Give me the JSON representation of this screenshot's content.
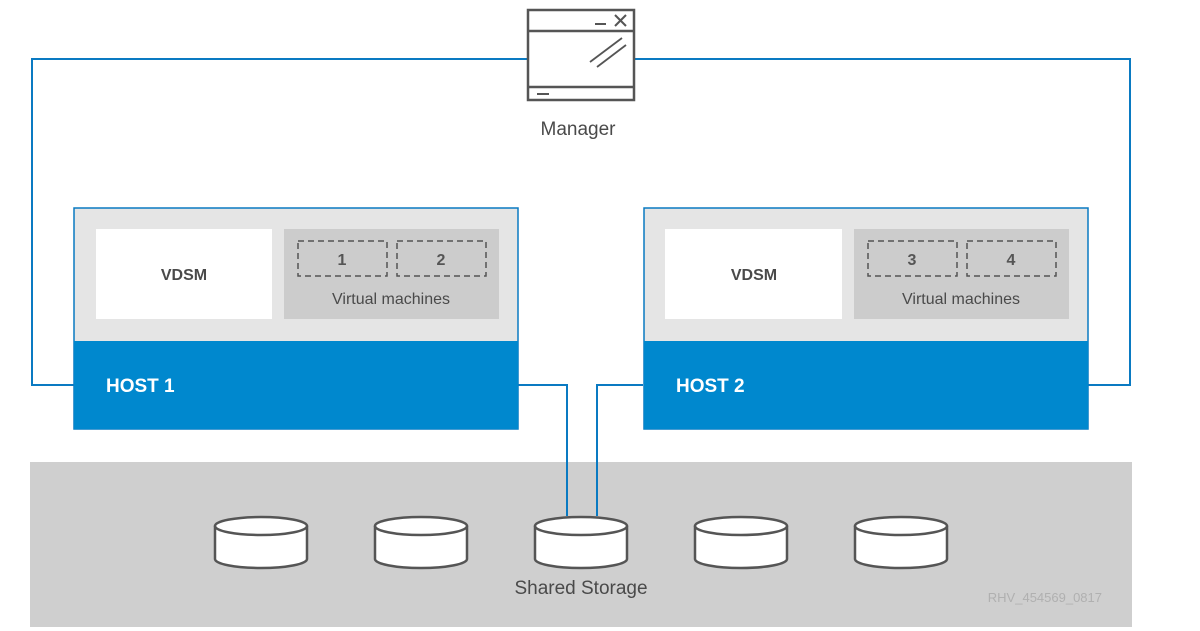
{
  "manager": {
    "label": "Manager",
    "icon": "application-window-icon"
  },
  "hosts": [
    {
      "label": "HOST 1",
      "agent_label": "VDSM",
      "vm_group_label": "Virtual machines",
      "vms": [
        "1",
        "2"
      ]
    },
    {
      "label": "HOST 2",
      "agent_label": "VDSM",
      "vm_group_label": "Virtual machines",
      "vms": [
        "3",
        "4"
      ]
    }
  ],
  "storage": {
    "label": "Shared Storage",
    "disk_count": 5,
    "icon": "disk-icon"
  },
  "image_id_caption": "RHV_454569_0817",
  "colors": {
    "host_blue": "#0088ce",
    "line_blue": "#0a7ac2",
    "panel_gray": "#e5e5e5",
    "vm_gray": "#cccccc",
    "storage_gray": "#cfcfcf",
    "icon_stroke": "#555555"
  }
}
